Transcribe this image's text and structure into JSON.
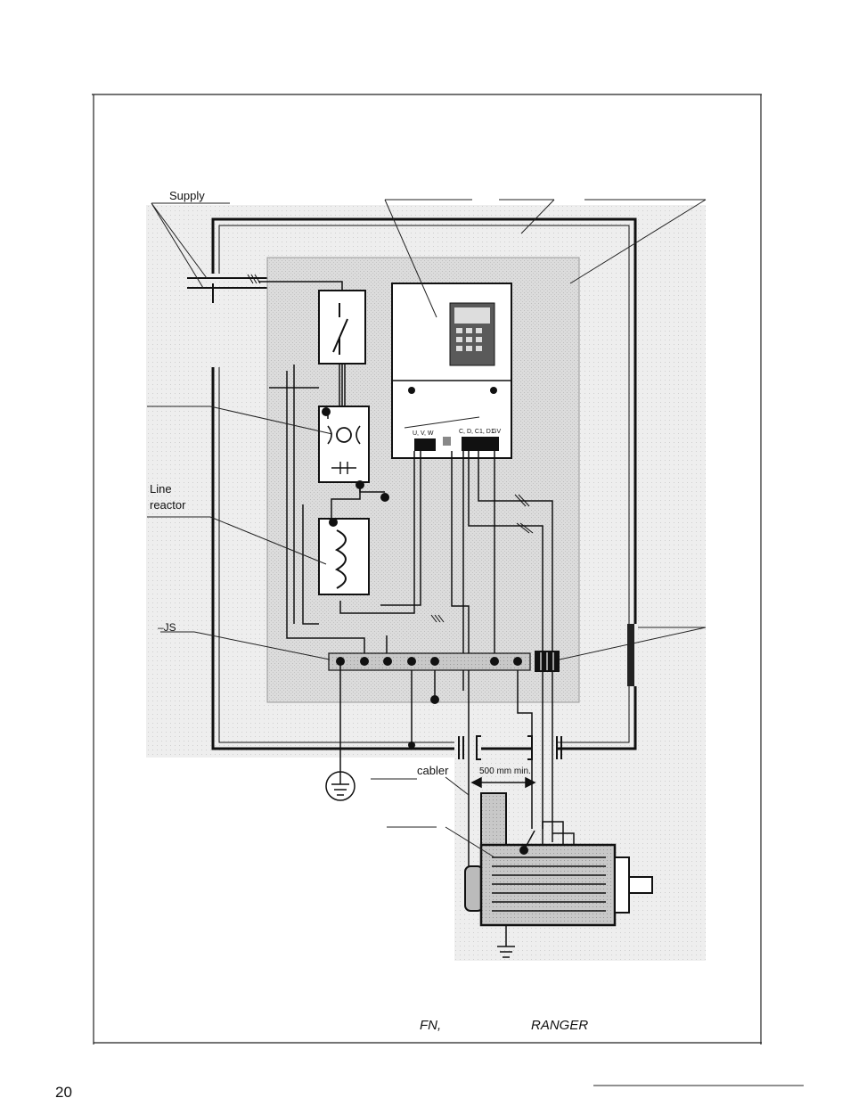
{
  "labels": {
    "supply": "Supply",
    "line": "Line",
    "reactor": "reactor",
    "bus_partial": "–JS",
    "cabler": "cabler",
    "min_distance": "500 mm min."
  },
  "terminals": {
    "uvw": "U, V, W",
    "control": "C, D, C1, D1",
    "gv": "GV"
  },
  "caption": {
    "part1": "FN,",
    "part2": "RANGER"
  },
  "page_number": "20",
  "colors": {
    "ink": "#111111",
    "panel_fill": "#d4d4d4",
    "cabinet_fill": "#e6e6e6"
  }
}
